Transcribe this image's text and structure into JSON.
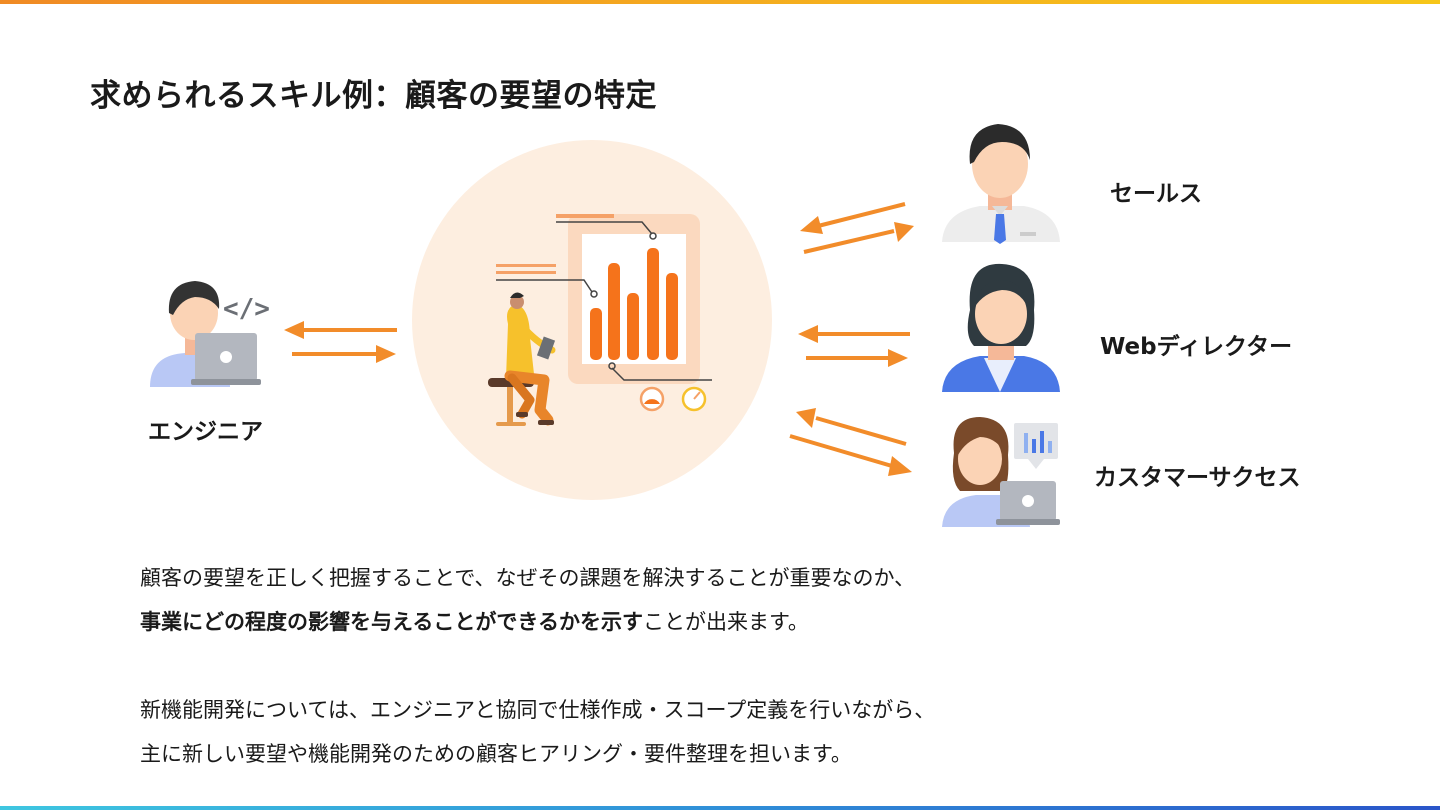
{
  "slide": {
    "title": "求められるスキル例：顧客の要望の特定"
  },
  "roles": {
    "engineer": "エンジニア",
    "sales": "セールス",
    "web_director": "Webディレクター",
    "customer_success": "カスタマーサクセス"
  },
  "engineer_icon_text": "</>",
  "paragraph1": {
    "line1": "顧客の要望を正しく把握することで、なぜその課題を解決することが重要なのか、",
    "line2_bold": "事業にどの程度の影響を与えることができるかを示す",
    "line2_rest": "ことが出来ます。"
  },
  "paragraph2": {
    "line1": "新機能開発については、エンジニアと協同で仕様作成・スコープ定義を行いながら、",
    "line2": "主に新しい要望や機能開発のための顧客ヒアリング・要件整理を担います。"
  },
  "colors": {
    "accent_orange": "#f28c2a",
    "circle_bg": "#fdeee0",
    "bar_orange": "#f5731b",
    "shirt_yellow": "#f6c12c",
    "blue_tie": "#4a78e6",
    "skin": "#fbd3b5",
    "hair": "#2b2b2b"
  }
}
